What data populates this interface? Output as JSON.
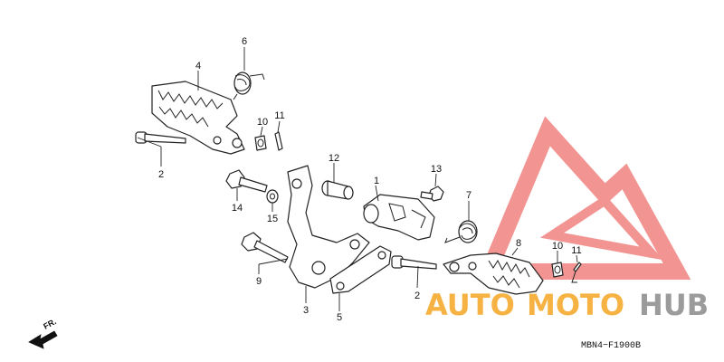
{
  "callouts": [
    "1",
    "2",
    "2",
    "3",
    "4",
    "5",
    "6",
    "7",
    "8",
    "10",
    "10",
    "11",
    "11",
    "12",
    "13",
    "14",
    "15",
    "9"
  ],
  "diagram_code": "MBN4−F1900B",
  "direction_label": "FR.",
  "watermark": {
    "part1": "AUTO",
    "part2": "MOTO",
    "part3": "HUB",
    "color_orange": "#f5a623",
    "color_red": "#e8403a",
    "color_gray": "#8a8a8a"
  }
}
